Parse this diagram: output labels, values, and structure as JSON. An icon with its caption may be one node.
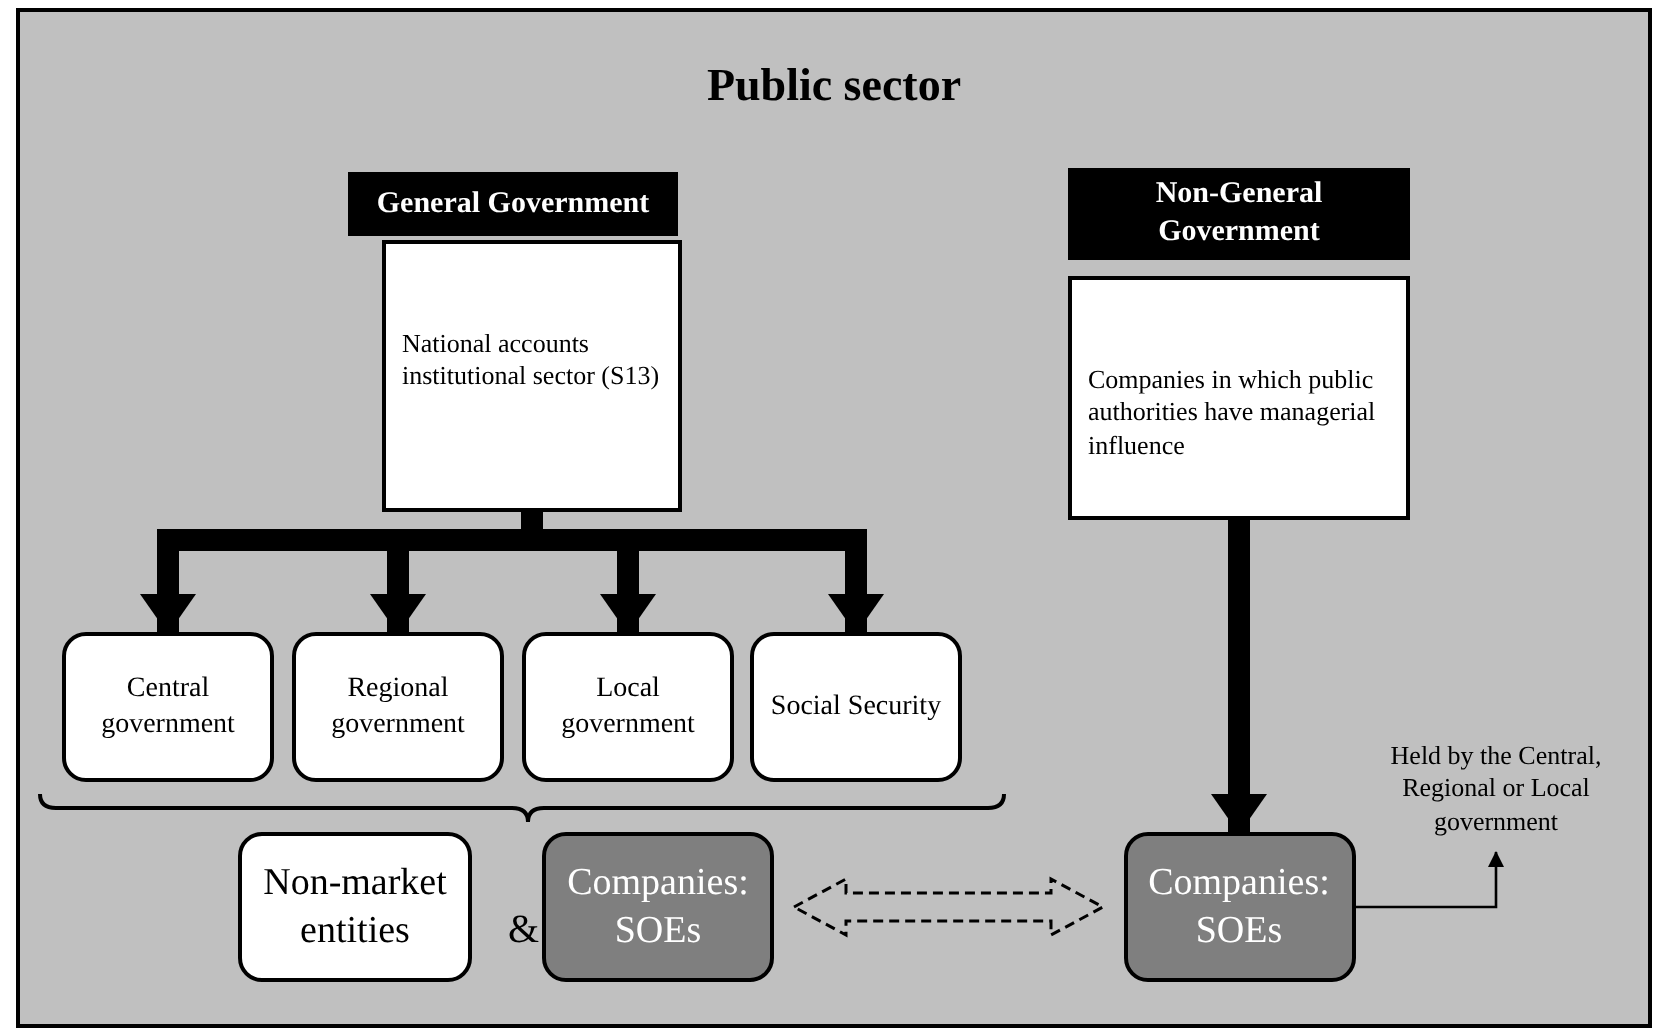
{
  "diagram": {
    "nodes": [
      {
        "text": [
          "Public sector"
        ]
      },
      {
        "text": [
          "General Government"
        ],
        "in": 0
      },
      {
        "text": [
          "National accounts institutional sector (S13)"
        ],
        "in": 0
      },
      {
        "text": [
          "Non-General Government"
        ],
        "in": 0
      },
      {
        "text": [
          "Companies in which public authorities have managerial influence"
        ],
        "in": 0
      },
      {
        "text": [
          "Central government"
        ],
        "in": 0
      },
      {
        "text": [
          "Regional government"
        ],
        "in": 0
      },
      {
        "text": [
          "Local government"
        ],
        "in": 0
      },
      {
        "text": [
          "Social Security"
        ],
        "in": 0
      },
      {
        "text": [
          "Non-market entities"
        ],
        "in": 0
      },
      {
        "text": [
          "Companies: SOEs"
        ],
        "in": 0
      },
      {
        "text": [
          "Companies: SOEs"
        ],
        "in": 0
      },
      {
        "text": [
          "Held by the Central, Regional or Local government"
        ],
        "in": 0
      }
    ],
    "edges": [
      {
        "from": 2,
        "to": 5,
        "arrow": "to"
      },
      {
        "from": 2,
        "to": 6,
        "arrow": "to"
      },
      {
        "from": 2,
        "to": 7,
        "arrow": "to"
      },
      {
        "from": 2,
        "to": 8,
        "arrow": "to"
      },
      {
        "from": 4,
        "to": 11,
        "arrow": "to"
      },
      {
        "from": 10,
        "to": 11,
        "arrow": "both",
        "style": "dashed"
      },
      {
        "from": 11,
        "to": 12,
        "arrow": "to"
      }
    ],
    "labels": [
      "&"
    ]
  }
}
